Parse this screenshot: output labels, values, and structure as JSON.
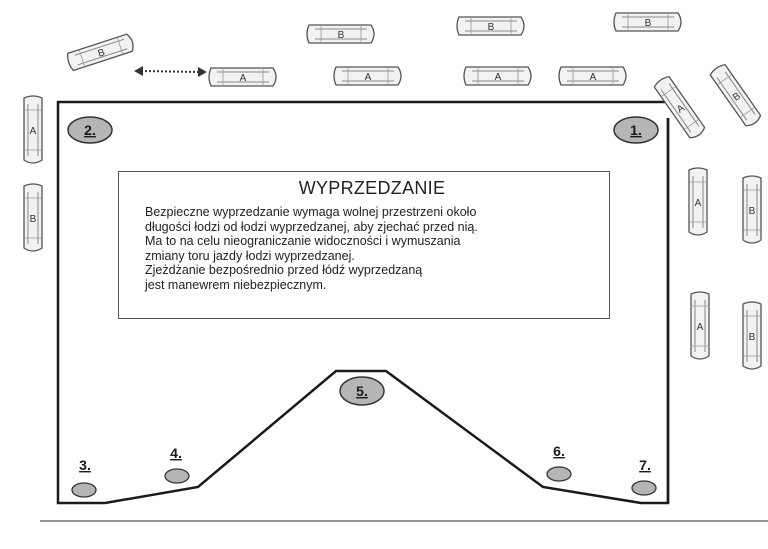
{
  "info": {
    "title": "WYPRZEDZANIE",
    "lines": [
      "Bezpieczne wyprzedzanie wymaga wolnej przestrzeni około",
      "długości łodzi od łodzi wyprzedzanej, aby zjechać przed nią.",
      "Ma to na celu nieograniczanie widoczności i wymuszania",
      "zmiany toru jazdy łodzi wyprzedzanej.",
      "Zjeżdżanie bezpośrednio przed łódź wyprzedzaną",
      "jest manewrem niebezpiecznym."
    ]
  },
  "markers": [
    "1.",
    "2.",
    "3.",
    "4.",
    "5.",
    "6.",
    "7."
  ],
  "boat_letters": {
    "a": "A",
    "b": "B"
  },
  "colors": {
    "track_line": "#1a1a1a",
    "marker_fill": "#b5b5b5",
    "boat_fill": "#f2f2f2",
    "boat_stroke": "#555555"
  }
}
